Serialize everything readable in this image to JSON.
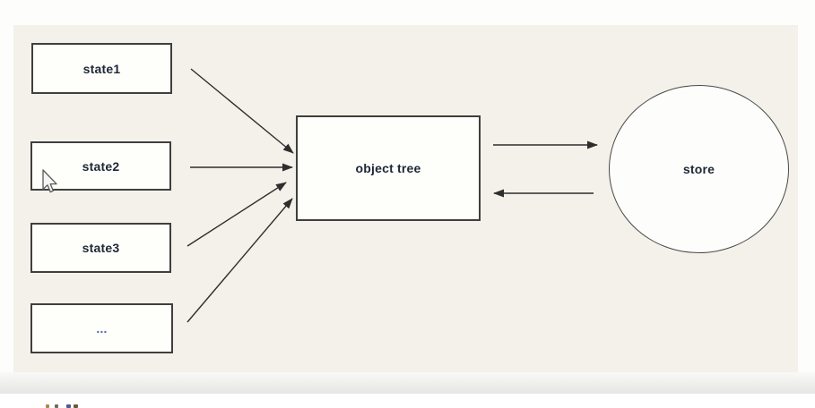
{
  "diagram": {
    "nodes": {
      "state1": "state1",
      "state2": "state2",
      "state3": "state3",
      "more": "...",
      "object_tree": "object tree",
      "store": "store"
    },
    "edges": [
      {
        "from": "state1",
        "to": "object_tree"
      },
      {
        "from": "state2",
        "to": "object_tree"
      },
      {
        "from": "state3",
        "to": "object_tree"
      },
      {
        "from": "more",
        "to": "object_tree"
      },
      {
        "from": "object_tree",
        "to": "store"
      },
      {
        "from": "store",
        "to": "object_tree"
      }
    ],
    "colors": {
      "panel_background": "#f3f1e9",
      "page_background": "#fdfdfc",
      "node_fill": "#fefefb",
      "node_border": "#3f3f3f",
      "arrow": "#2e2e2e",
      "label_text": "#1e2735",
      "dots_text": "#4d6aa8"
    }
  },
  "icons": {
    "cursor": "arrow-pointer-icon"
  }
}
